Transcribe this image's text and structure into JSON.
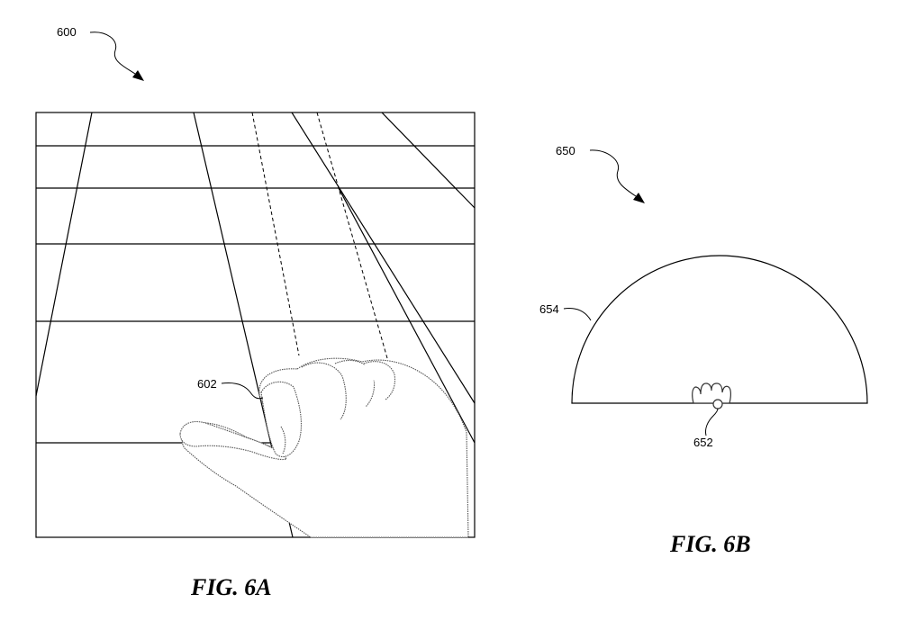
{
  "figure_6a": {
    "ref_number": "600",
    "hand_ref": "602",
    "caption": "FIG. 6A"
  },
  "figure_6b": {
    "ref_number": "650",
    "dome_ref": "654",
    "hand_ref": "652",
    "caption": "FIG. 6B"
  },
  "colors": {
    "ink": "#000000",
    "background": "#ffffff"
  }
}
